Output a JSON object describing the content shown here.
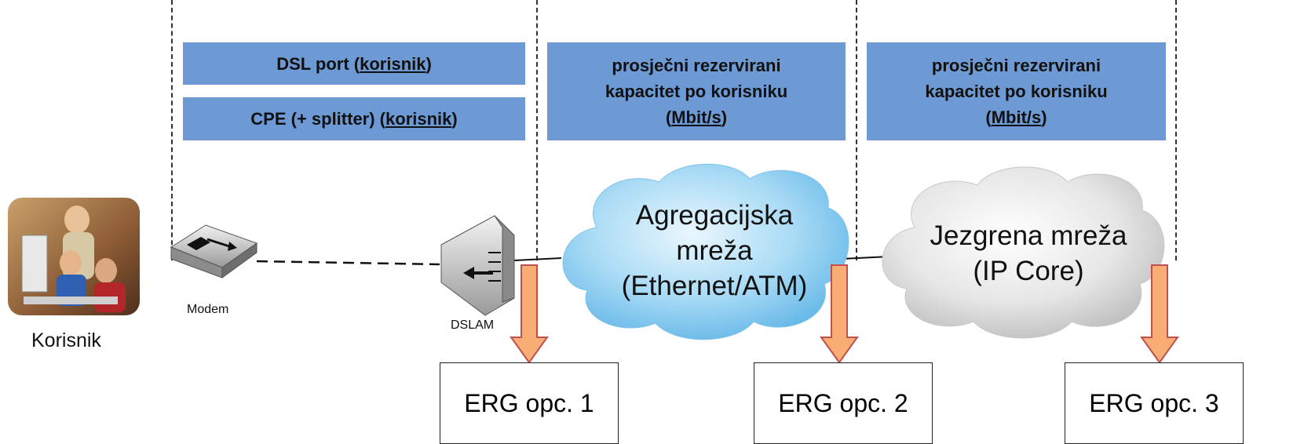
{
  "boxes": {
    "dsl_port": {
      "prefix": "DSL port (",
      "underlined": "korisnik",
      "suffix": ")"
    },
    "cpe": {
      "prefix": "CPE (+ splitter) (",
      "underlined": "korisnik",
      "suffix": ")"
    },
    "agg_capacity": {
      "line1": "prosječni rezervirani",
      "line2": "kapacitet po korisniku",
      "prefix": "(",
      "underlined": "Mbit/s",
      "suffix": ")"
    },
    "core_capacity": {
      "line1": "prosječni rezervirani",
      "line2": "kapacitet po korisniku",
      "prefix": "(",
      "underlined": "Mbit/s",
      "suffix": ")"
    }
  },
  "user": {
    "label": "Korisnik"
  },
  "modem": {
    "label": "Modem"
  },
  "dslam": {
    "label": "DSLAM"
  },
  "aggregation_cloud": {
    "line1": "Agregacijska",
    "line2": "mreža",
    "line3": "(Ethernet/ATM)"
  },
  "core_cloud": {
    "line1": "Jezgrena mreža",
    "line2": "(IP Core)"
  },
  "erg": [
    {
      "label": "ERG opc. 1"
    },
    {
      "label": "ERG opc. 2"
    },
    {
      "label": "ERG opc. 3"
    }
  ],
  "colors": {
    "box_fill": "#6d9ad4",
    "arrow_fill": "#f7ad73",
    "arrow_stroke": "#c0504d"
  }
}
